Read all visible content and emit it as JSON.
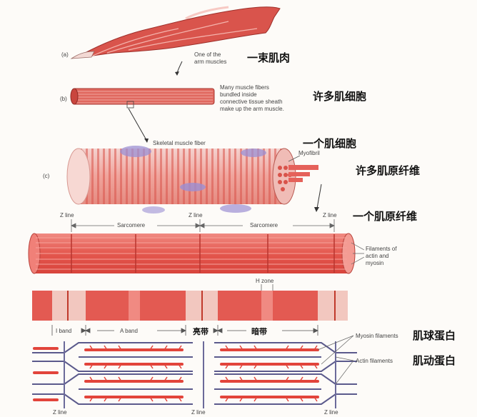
{
  "panels": {
    "a": {
      "letter": "(a)",
      "caption_lines": [
        "One of the",
        "arm muscles"
      ],
      "cn_label": "一束肌肉"
    },
    "b": {
      "letter": "(b)",
      "caption_lines": [
        "Many muscle fibers",
        "bundled inside",
        "connective tissue sheath",
        "make up the arm muscle."
      ],
      "cn_label": "许多肌细胞"
    },
    "c": {
      "letter": "(c)",
      "fiber_title": "Skeletal muscle fiber",
      "fiber_cn": "一个肌细胞",
      "myofibril_label": "Myofibril",
      "myofibril_cn": "许多肌原纤维"
    }
  },
  "myofibril": {
    "z_line": "Z line",
    "sarcomere": "Sarcomere",
    "cn_label": "一个肌原纤维",
    "filaments_lines": [
      "Filaments of",
      "actin and",
      "myosin"
    ]
  },
  "bands": {
    "h_zone": "H zone",
    "i_band": "I band",
    "a_band": "A band",
    "light_cn": "亮带",
    "dark_cn": "暗带"
  },
  "filaments": {
    "myosin_label": "Myosin filaments",
    "myosin_cn": "肌球蛋白",
    "actin_label": "Actin filaments",
    "actin_cn": "肌动蛋白",
    "z_line": "Z line"
  }
}
